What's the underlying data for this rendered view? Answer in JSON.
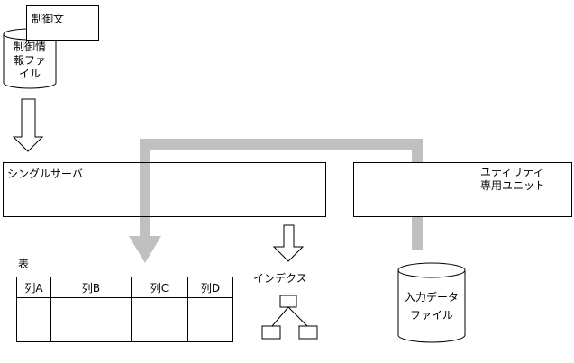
{
  "control_statement": {
    "label": "制御文"
  },
  "control_info_file": {
    "lines": [
      "制御情",
      "報ファ",
      "イル"
    ]
  },
  "single_server": {
    "label": "シングルサーバ"
  },
  "utility_unit": {
    "lines": [
      "ユティリティ",
      "専用ユニット"
    ]
  },
  "table": {
    "title": "表",
    "columns": [
      "列A",
      "列B",
      "列C",
      "列D"
    ]
  },
  "index": {
    "label": "インデクス"
  },
  "input_data_file": {
    "lines": [
      "入力データ",
      "ファイル"
    ]
  },
  "colors": {
    "flow_line": "#c0c0c0",
    "stroke": "#000000"
  }
}
